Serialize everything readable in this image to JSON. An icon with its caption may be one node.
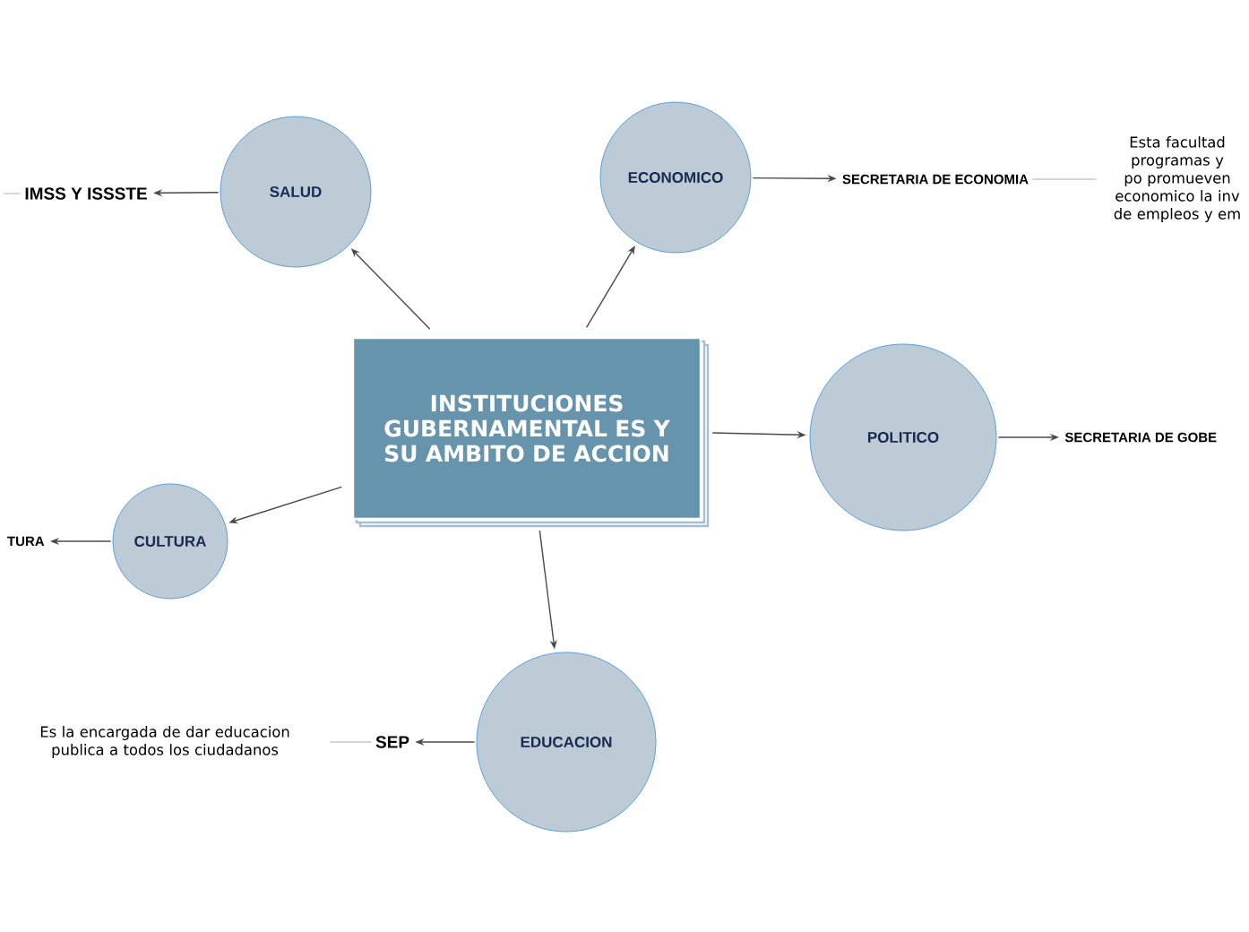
{
  "diagram": {
    "nodes": [
      {
        "text": [
          "INSTITUCIONES GUBERNAMENTAL ES Y SU AMBITO DE ACCION"
        ]
      },
      {
        "text": [
          "SALUD"
        ]
      },
      {
        "text": [
          "ECONOMICO"
        ]
      },
      {
        "text": [
          "POLITICO"
        ]
      },
      {
        "text": [
          "CULTURA"
        ]
      },
      {
        "text": [
          "EDUCACION"
        ]
      },
      {
        "text": [
          "IMSS Y ISSSTE"
        ]
      },
      {
        "text": [
          "SECRETARIA DE ECONOMIA"
        ]
      },
      {
        "text": [
          "Esta facultad programas y po promueven economico la inv de empleos y em"
        ]
      },
      {
        "text": [
          "SECRETARIA DE GOBE"
        ]
      },
      {
        "text": [
          "TURA"
        ]
      },
      {
        "text": [
          "SEP"
        ]
      },
      {
        "text": [
          "Es la encargada de dar educacion publica a todos los ciudadanos"
        ]
      }
    ],
    "edges": [
      {
        "from": 0,
        "to": 1,
        "arrow": "to"
      },
      {
        "from": 0,
        "to": 2,
        "arrow": "to"
      },
      {
        "from": 0,
        "to": 3,
        "arrow": "to"
      },
      {
        "from": 0,
        "to": 4,
        "arrow": "to"
      },
      {
        "from": 0,
        "to": 5,
        "arrow": "to"
      },
      {
        "from": 1,
        "to": 6,
        "arrow": "to"
      },
      {
        "from": 2,
        "to": 7,
        "arrow": "to"
      },
      {
        "from": 3,
        "to": 9,
        "arrow": "to"
      },
      {
        "from": 4,
        "to": 10,
        "arrow": "to"
      },
      {
        "from": 5,
        "to": 11,
        "arrow": "to"
      },
      {
        "from": 7,
        "to": 8,
        "arrow": "none",
        "color": "#c8c8c8"
      },
      {
        "from": 11,
        "to": 12,
        "arrow": "none",
        "color": "#c8c8c8"
      },
      {
        "from": 6,
        "to": null,
        "arrow": "none",
        "color": "#c8c8c8"
      }
    ]
  }
}
